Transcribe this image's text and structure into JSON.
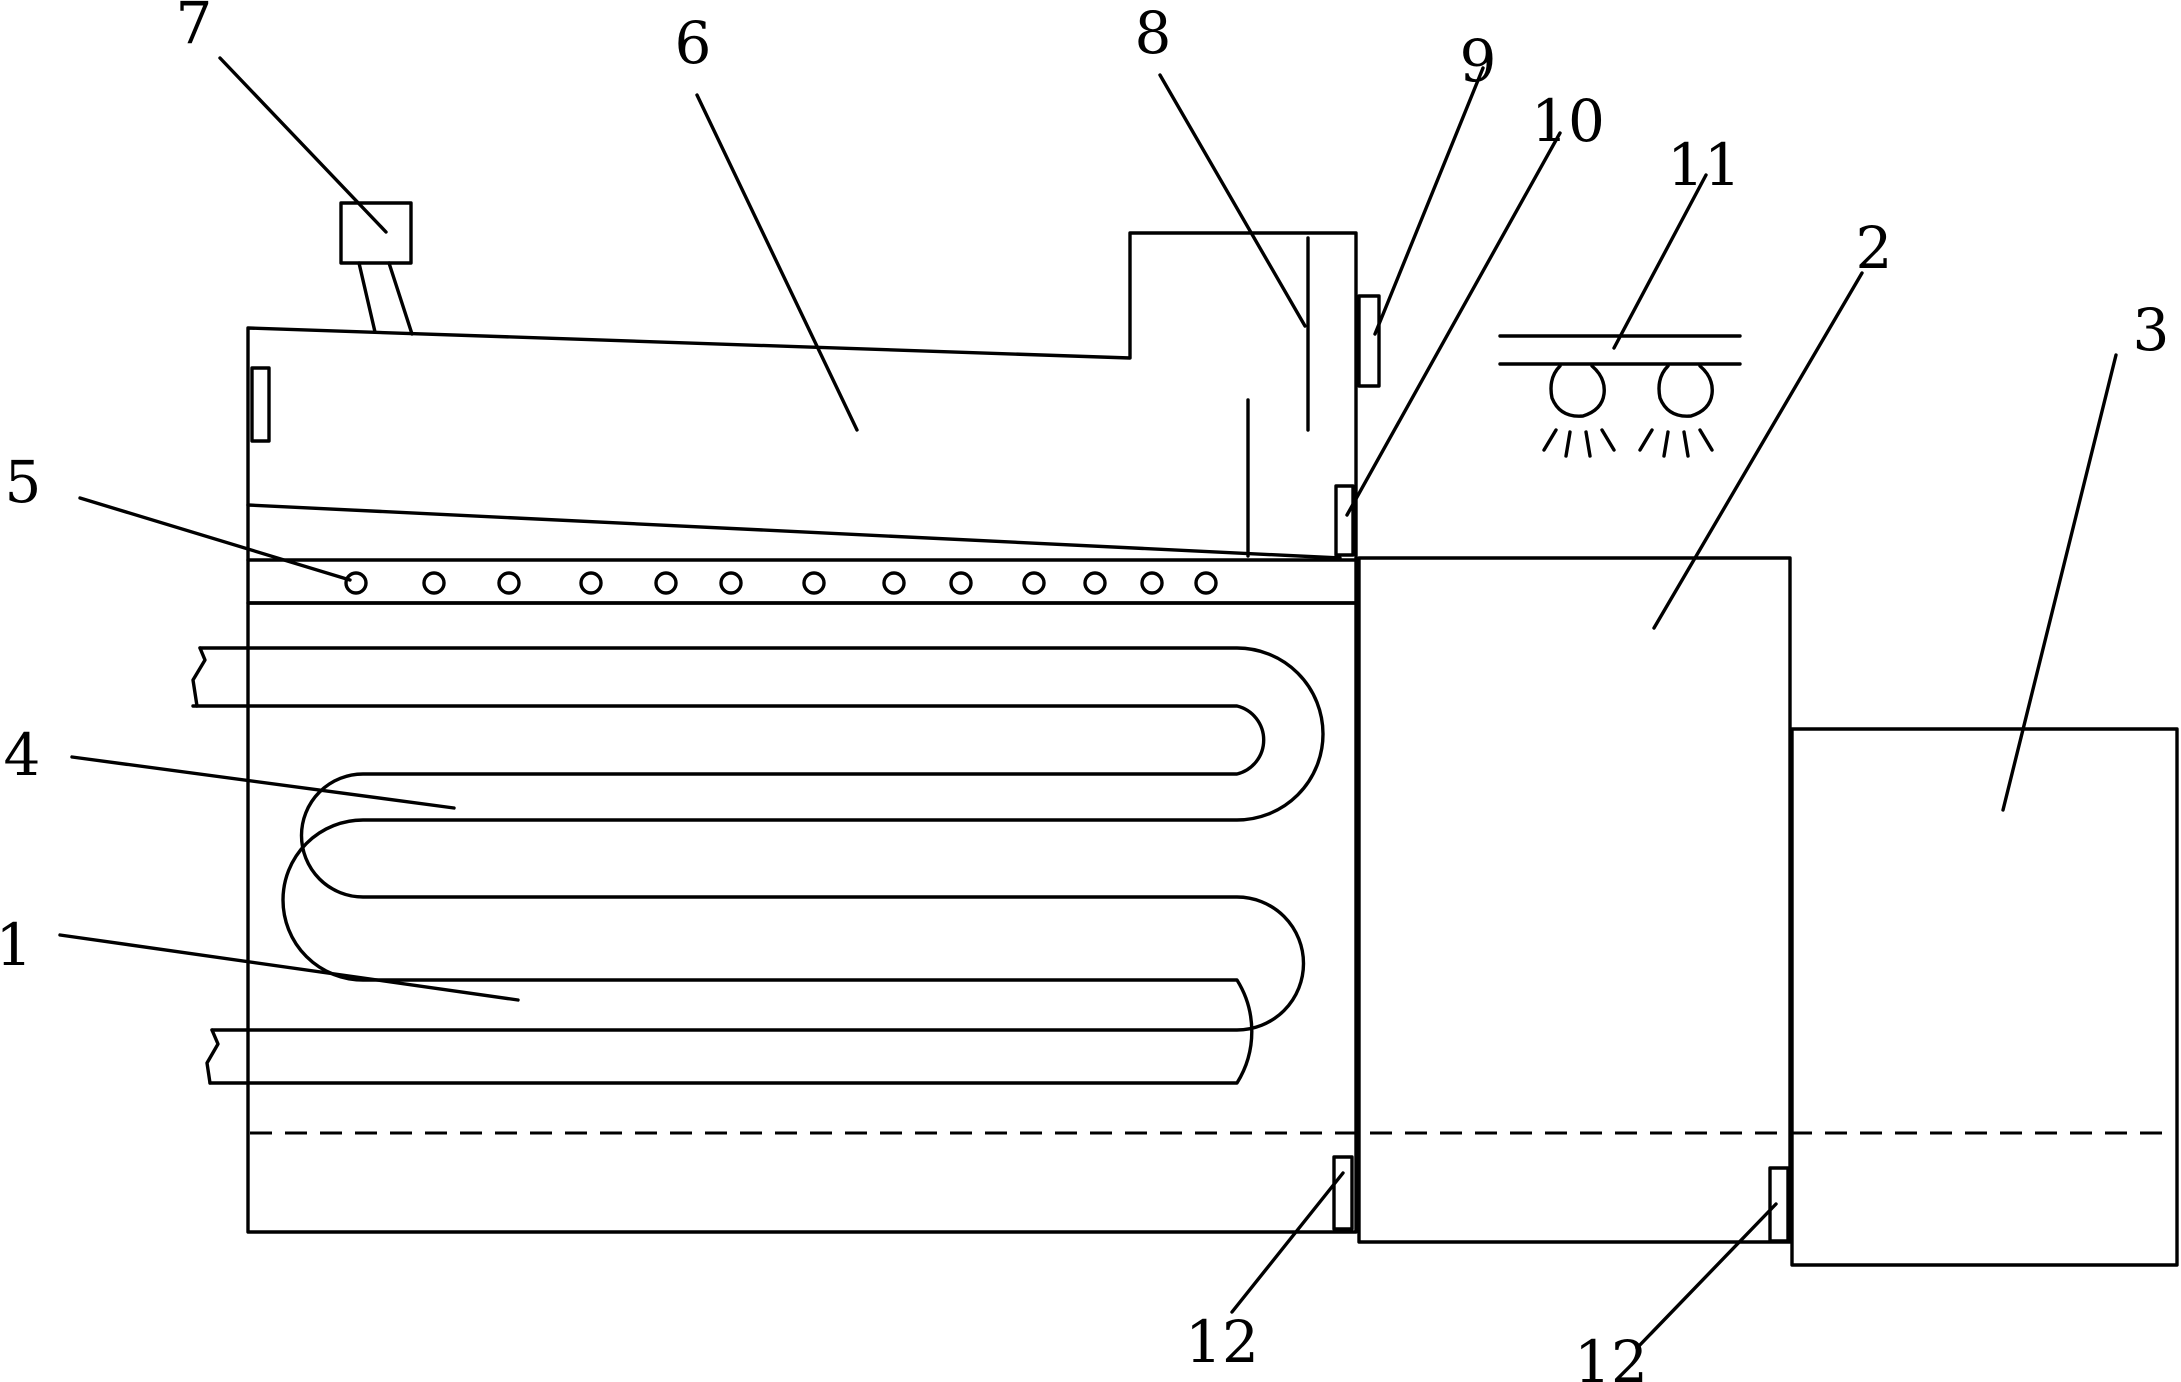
{
  "labels": {
    "l1": "1",
    "l2": "2",
    "l3": "3",
    "l4": "4",
    "l5": "5",
    "l6": "6",
    "l7": "7",
    "l8": "8",
    "l9": "9",
    "l10": "10",
    "l11": "11",
    "l12a": "12",
    "l12b": "12"
  },
  "colors": {
    "line": "#000000",
    "background": "#ffffff"
  }
}
